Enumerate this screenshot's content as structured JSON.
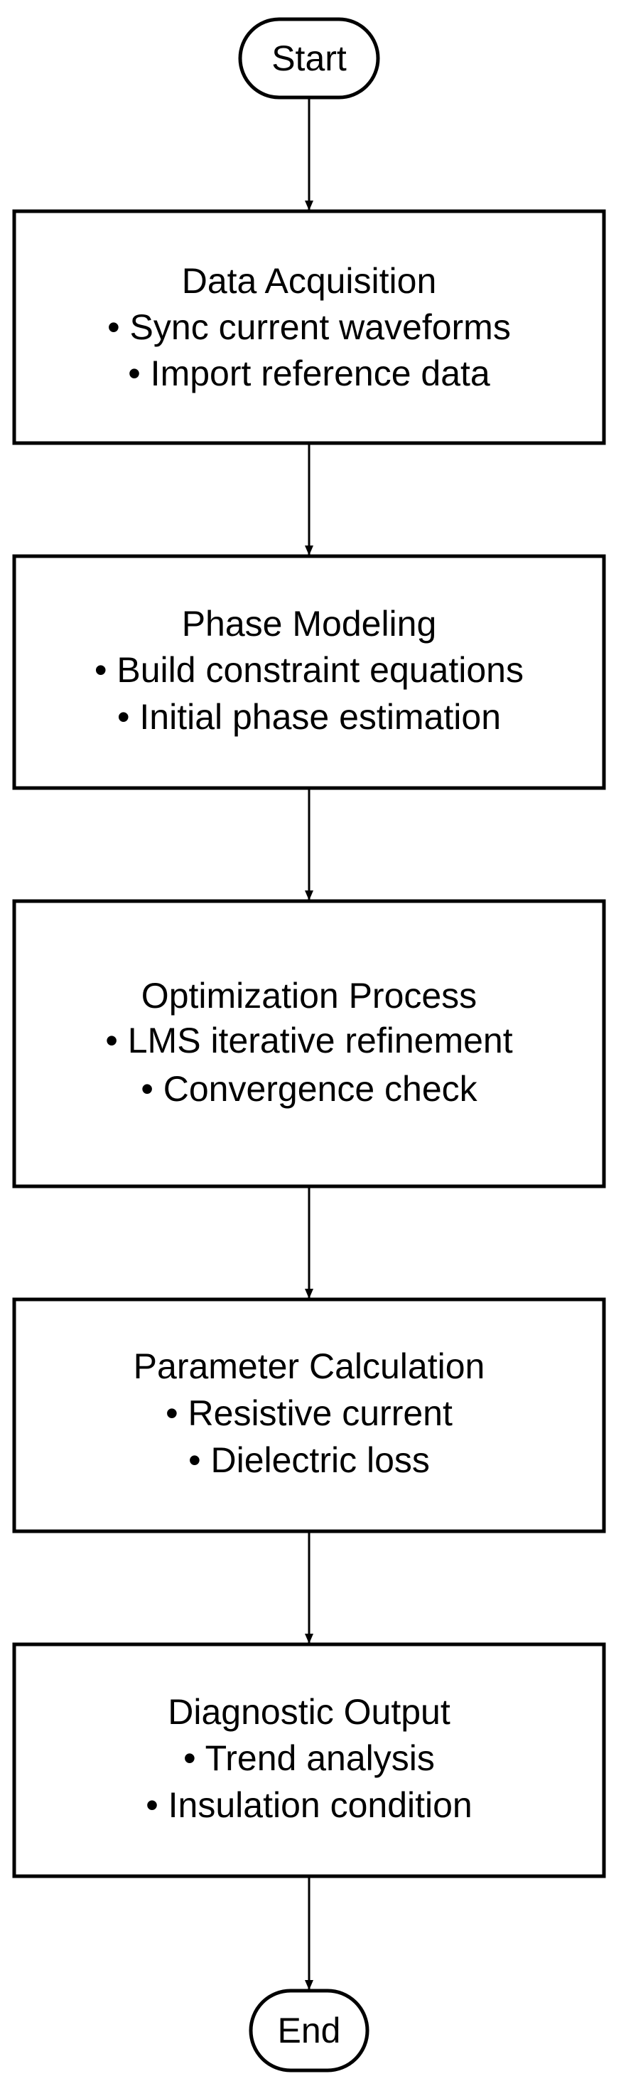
{
  "start": {
    "label": "Start"
  },
  "end": {
    "label": "End"
  },
  "steps": [
    {
      "title": "Data Acquisition",
      "bullets": [
        "• Sync current waveforms",
        "• Import reference data"
      ]
    },
    {
      "title": "Phase Modeling",
      "bullets": [
        "• Build constraint equations",
        "• Initial phase estimation"
      ]
    },
    {
      "title": "Optimization Process",
      "bullets": [
        "• LMS iterative refinement",
        "• Convergence check"
      ]
    },
    {
      "title": "Parameter Calculation",
      "bullets": [
        "• Resistive current",
        "• Dielectric loss"
      ]
    },
    {
      "title": "Diagnostic Output",
      "bullets": [
        "• Trend analysis",
        "• Insulation condition"
      ]
    }
  ],
  "colors": {
    "stroke": "#000000",
    "fill": "#ffffff",
    "background": "#ffffff"
  }
}
